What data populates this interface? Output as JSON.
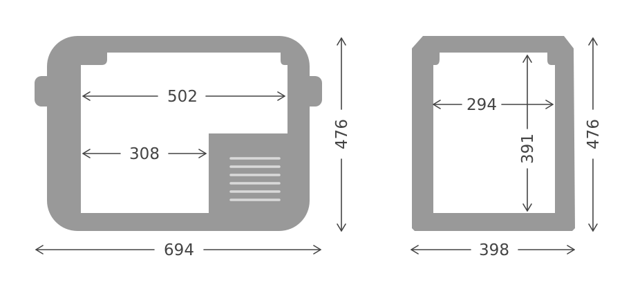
{
  "colors": {
    "body": "#999999",
    "cavity": "#ffffff",
    "vent": "#d9d9d9",
    "line": "#444444"
  },
  "front_view": {
    "outer_width": "694",
    "outer_height": "476",
    "inner_width": "502",
    "lower_inner_width": "308"
  },
  "side_view": {
    "outer_width": "398",
    "outer_height": "476",
    "inner_width": "294",
    "inner_height": "391"
  }
}
